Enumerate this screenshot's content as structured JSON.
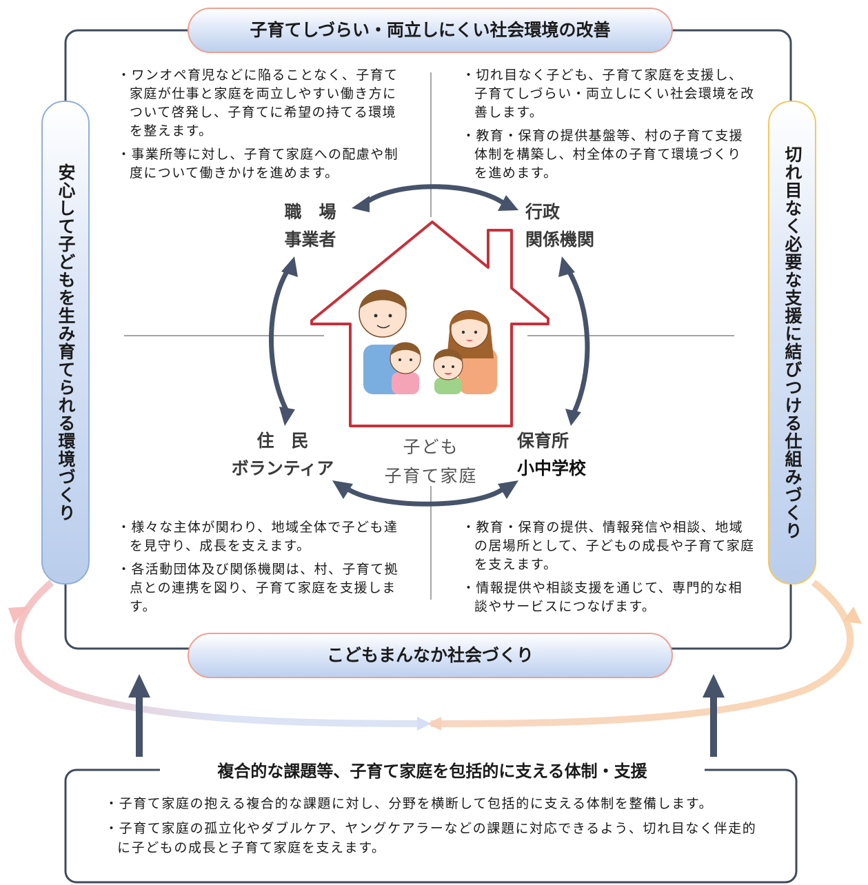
{
  "top_banner": "子育てしづらい・両立しにくい社会環境の改善",
  "bottom_banner": "こどもまんなか社会づくり",
  "left_side": "安心して子どもを生み育てられる環境づくり",
  "right_side": "切れ目なく必要な支援に結びつける仕組みづくり",
  "nodes": {
    "workplace_line1": "職　場",
    "workplace_line2": "事業者",
    "admin_line1": "行政",
    "admin_line2": "関係機関",
    "residents_line1": "住　民",
    "residents_line2": "ボランティア",
    "school_line1": "保育所",
    "school_line2": "小中学校"
  },
  "center": {
    "line1": "子ども",
    "line2": "子育て家庭"
  },
  "quadrants": {
    "top_left": [
      "・ワンオペ育児などに陥ることなく、子育て家庭が仕事と家庭を両立しやすい働き方について啓発し、子育てに希望の持てる環境を整えます。",
      "・事業所等に対し、子育て家庭への配慮や制度について働きかけを進めます。"
    ],
    "top_right": [
      "・切れ目なく子ども、子育て家庭を支援し、子育てしづらい・両立しにくい社会環境を改善します。",
      "・教育・保育の提供基盤等、村の子育て支援体制を構築し、村全体の子育て環境づくりを進めます。"
    ],
    "bottom_left": [
      "・様々な主体が関わり、地域全体で子ども達を見守り、成長を支えます。",
      "・各活動団体及び関係機関は、村、子育て拠点との連携を図り、子育て家庭を支援します。"
    ],
    "bottom_right": [
      "・教育・保育の提供、情報発信や相談、地域の居場所として、子どもの成長や子育て家庭を支えます。",
      "・情報提供や相談支援を通じて、専門的な相談やサービスにつなげます。"
    ]
  },
  "bottom_box": {
    "title": "複合的な課題等、子育て家庭を包括的に支える体制・支援",
    "bullets": [
      "・子育て家庭の抱える複合的な課題に対し、分野を横断して包括的に支える体制を整備します。",
      "・子育て家庭の孤立化やダブルケア、ヤングケアラーなどの課題に対応できるよう、切れ目なく伴走的に子どもの成長と子育て家庭を支えます。"
    ]
  },
  "colors": {
    "frame": "#3f4a5c",
    "house": "#c8303a",
    "arrow": "#46536a",
    "pill_fill": "#c9d8f0",
    "pill_border": "#f0a090",
    "left_pill_border": "#8fb0d8",
    "right_pill_border": "#f2c860"
  },
  "icons": {
    "illustration": "family-illustration",
    "house": "house-outline"
  }
}
